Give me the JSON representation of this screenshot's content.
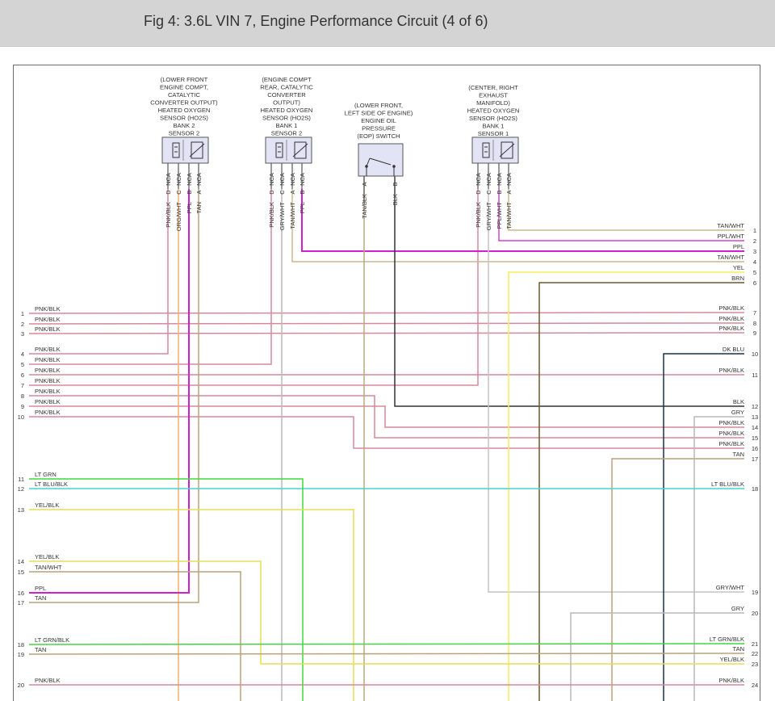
{
  "page": {
    "title": "Fig 4: 3.6L VIN 7, Engine Performance Circuit (4 of 6)"
  },
  "components": [
    {
      "id": "ho2s-b2s2",
      "lines": [
        "(LOWER FRONT",
        "ENGINE COMPT,",
        "CATALYTIC",
        "CONVERTER OUTPUT)",
        "HEATED OXYGEN",
        "SENSOR (HO2S)",
        "BANK 2",
        "SENSOR 2"
      ],
      "icon": "oxygen-sensor",
      "pins": [
        {
          "nca": "NCA",
          "letter": "D",
          "wire": "PNK/BLK"
        },
        {
          "nca": "NCA",
          "letter": "C",
          "wire": "ORG/WHT"
        },
        {
          "nca": "NCA",
          "letter": "B",
          "wire": "PPL"
        },
        {
          "nca": "NCA",
          "letter": "A",
          "wire": "TAN"
        }
      ]
    },
    {
      "id": "ho2s-b2s1",
      "lines": [
        "(ENGINE COMPT",
        "REAR, CATALYTIC",
        "CONVERTER",
        "OUTPUT)",
        "HEATED OXYGEN",
        "SENSOR (HO2S)",
        "BANK 1",
        "SENSOR 2"
      ],
      "icon": "oxygen-sensor",
      "pins": [
        {
          "nca": "NCA",
          "letter": "D",
          "wire": "PNK/BLK"
        },
        {
          "nca": "NCA",
          "letter": "C",
          "wire": "GRY/WHT"
        },
        {
          "nca": "NCA",
          "letter": "A",
          "wire": "TAN/WHT"
        },
        {
          "nca": "NCA",
          "letter": "B",
          "wire": "PPL"
        }
      ]
    },
    {
      "id": "eop-switch",
      "lines": [
        "(LOWER FRONT,",
        "LEFT SIDE OF ENGINE)",
        "ENGINE OIL",
        "PRESSURE",
        "(EOP) SWITCH"
      ],
      "icon": "pressure-switch",
      "pins": [
        {
          "nca": "",
          "letter": "A",
          "wire": "TAN/BLK"
        },
        {
          "nca": "",
          "letter": "B",
          "wire": "BLK"
        }
      ]
    },
    {
      "id": "ho2s-b1s1",
      "lines": [
        "(CENTER, RIGHT",
        "EXHAUST",
        "MANIFOLD)",
        "HEATED OXYGEN",
        "SENSOR (HO2S)",
        "BANK 1",
        "SENSOR 1"
      ],
      "icon": "oxygen-sensor",
      "pins": [
        {
          "nca": "NCA",
          "letter": "D",
          "wire": "PNK/BLK"
        },
        {
          "nca": "NCA",
          "letter": "C",
          "wire": "GRY/WHT"
        },
        {
          "nca": "NCA",
          "letter": "B",
          "wire": "PPL/WHT"
        },
        {
          "nca": "NCA",
          "letter": "A",
          "wire": "TAN/WHT"
        }
      ]
    }
  ],
  "left_terminals": [
    {
      "num": "1",
      "label": "PNK/BLK"
    },
    {
      "num": "2",
      "label": "PNK/BLK"
    },
    {
      "num": "3",
      "label": "PNK/BLK"
    },
    {
      "num": "4",
      "label": "PNK/BLK"
    },
    {
      "num": "5",
      "label": "PNK/BLK"
    },
    {
      "num": "6",
      "label": "PNK/BLK"
    },
    {
      "num": "7",
      "label": "PNK/BLK"
    },
    {
      "num": "8",
      "label": "PNK/BLK"
    },
    {
      "num": "9",
      "label": "PNK/BLK"
    },
    {
      "num": "10",
      "label": "PNK/BLK"
    },
    {
      "num": "11",
      "label": "LT GRN"
    },
    {
      "num": "12",
      "label": "LT BLU/BLK"
    },
    {
      "num": "13",
      "label": "YEL/BLK"
    },
    {
      "num": "14",
      "label": "YEL/BLK"
    },
    {
      "num": "15",
      "label": "TAN/WHT"
    },
    {
      "num": "16",
      "label": "PPL"
    },
    {
      "num": "17",
      "label": "TAN"
    },
    {
      "num": "18",
      "label": "LT GRN/BLK"
    },
    {
      "num": "19",
      "label": "TAN"
    },
    {
      "num": "20",
      "label": "PNK/BLK"
    }
  ],
  "right_terminals": [
    {
      "num": "1",
      "label": "TAN/WHT"
    },
    {
      "num": "2",
      "label": "PPL/WHT"
    },
    {
      "num": "3",
      "label": "PPL"
    },
    {
      "num": "4",
      "label": "TAN/WHT"
    },
    {
      "num": "5",
      "label": "YEL"
    },
    {
      "num": "6",
      "label": "BRN"
    },
    {
      "num": "7",
      "label": "PNK/BLK"
    },
    {
      "num": "8",
      "label": "PNK/BLK"
    },
    {
      "num": "9",
      "label": "PNK/BLK"
    },
    {
      "num": "10",
      "label": "DK BLU"
    },
    {
      "num": "11",
      "label": "PNK/BLK"
    },
    {
      "num": "12",
      "label": "BLK"
    },
    {
      "num": "13",
      "label": "GRY"
    },
    {
      "num": "14",
      "label": "PNK/BLK"
    },
    {
      "num": "15",
      "label": "PNK/BLK"
    },
    {
      "num": "16",
      "label": "PNK/BLK"
    },
    {
      "num": "17",
      "label": "TAN"
    },
    {
      "num": "18",
      "label": "LT BLU/BLK"
    },
    {
      "num": "19",
      "label": "GRY/WHT"
    },
    {
      "num": "20",
      "label": "GRY"
    },
    {
      "num": "21",
      "label": "LT GRN/BLK"
    },
    {
      "num": "22",
      "label": "TAN"
    },
    {
      "num": "23",
      "label": "YEL/BLK"
    },
    {
      "num": "24",
      "label": "PNK/BLK"
    }
  ],
  "colors": {
    "pnk_blk": "#d7a1ab",
    "pnk": "#d6899a",
    "tan": "#b8a27a",
    "tan_wht": "#c9b98e",
    "ppl": "#d21fd2",
    "ppl_wht": "#cf46cf",
    "org_wht": "#f0b070",
    "gry": "#b9b9b9",
    "gry_wht": "#c4c4c4",
    "blk": "#333333",
    "brn": "#6e5a2a",
    "yel": "#f4ee5a",
    "yel_blk": "#e7dd57",
    "dk_blu": "#1c2f4e",
    "lt_grn": "#3dd93d",
    "lt_blu": "#46d4d4",
    "lt_grn_blk": "#45d445",
    "tan_blk": "#bba882",
    "box_fill": "#e3e3f6",
    "header_bg": "#d4d4d4",
    "frame": "#6c6c6c"
  }
}
